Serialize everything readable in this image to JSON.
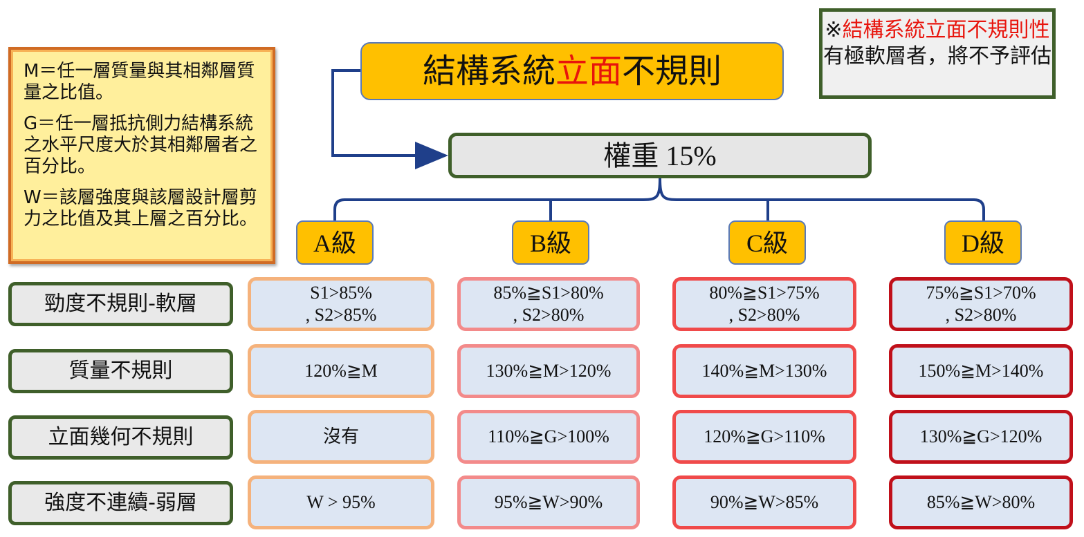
{
  "legend": {
    "m_def": "M＝任一層質量與其相鄰層質量之比值。",
    "g_def": "G＝任一層抵抗側力結構系統之水平尺度大於其相鄰層者之百分比。",
    "w_def": "W＝該層強度與該層設計層剪力之比值及其上層之百分比。"
  },
  "note": {
    "mark": "※",
    "highlight": "結構系統立面不規則性",
    "rest": "有極軟層者，將不予評估"
  },
  "title": {
    "part1": "結構系統",
    "highlight": "立面",
    "part2": "不規則"
  },
  "weight": "權重 15%",
  "grades": [
    "A級",
    "B級",
    "C級",
    "D級"
  ],
  "rows": [
    {
      "label": "勁度不規則-軟層",
      "cells": [
        "S1>85%\n, S2>85%",
        "85%≧S1>80%\n, S2>80%",
        "80%≧S1>75%\n, S2>80%",
        "75%≧S1>70%\n, S2>80%"
      ]
    },
    {
      "label": "質量不規則",
      "cells": [
        "120%≧M",
        "130%≧M>120%",
        "140%≧M>130%",
        "150%≧M>140%"
      ]
    },
    {
      "label": "立面幾何不規則",
      "cells": [
        "沒有",
        "110%≧G>100%",
        "120%≧G>110%",
        "130%≧G>120%"
      ]
    },
    {
      "label": "強度不連續-弱層",
      "cells": [
        "W > 95%",
        "95%≧W>90%",
        "90%≧W>85%",
        "85%≧W>80%"
      ]
    }
  ],
  "colors": {
    "title_fill": "#ffc000",
    "note_highlight": "#e8140c",
    "connector": "#1f3f8a",
    "grade_border_a": "#f5b27c",
    "grade_border_b": "#f38a8a",
    "grade_border_c": "#f04a4a",
    "grade_border_d": "#c0101a"
  }
}
